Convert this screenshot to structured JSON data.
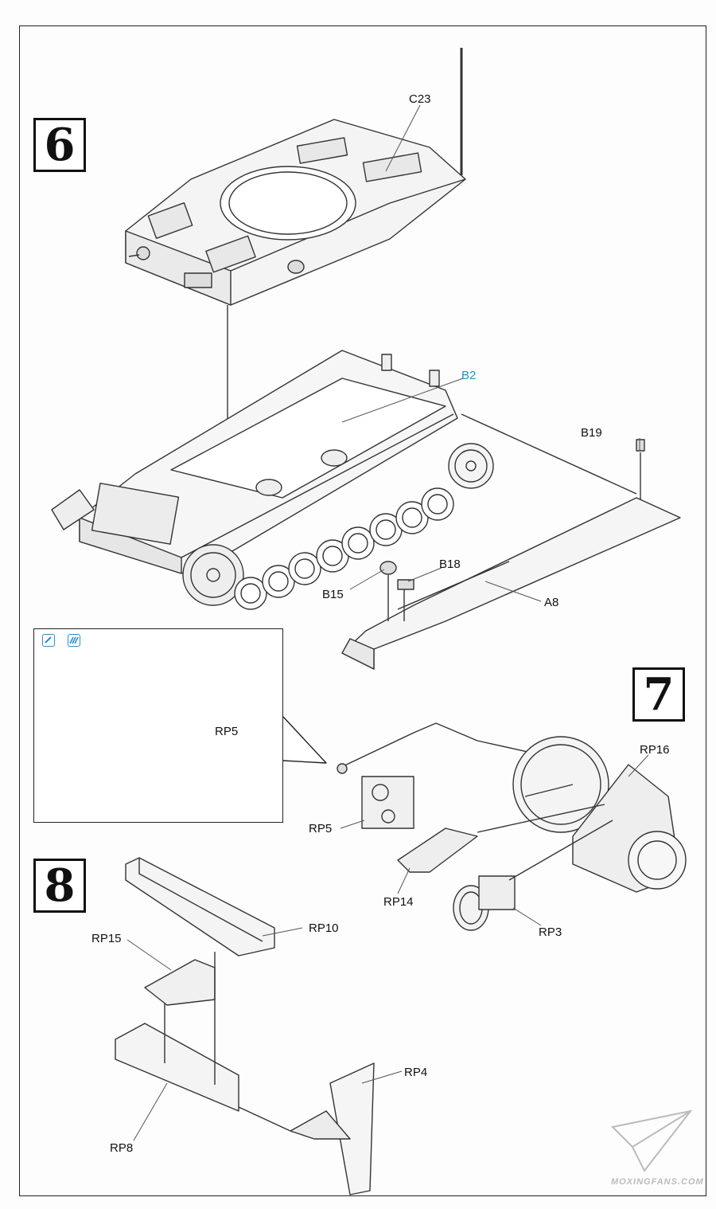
{
  "steps": {
    "s6": "6",
    "s7": "7",
    "s8": "8"
  },
  "parts": {
    "c23": "C23",
    "b2": "B2",
    "b19": "B19",
    "b18": "B18",
    "b15": "B15",
    "a8": "A8",
    "rp5_inset": "RP5",
    "rp5": "RP5",
    "rp16": "RP16",
    "rp14": "RP14",
    "rp3": "RP3",
    "rp10": "RP10",
    "rp15": "RP15",
    "rp8": "RP8",
    "rp4": "RP4"
  },
  "watermark": "MOXINGFANS.COM",
  "colors": {
    "highlight": "#2a8fd0",
    "ink": "#111111",
    "paint": "#1e7fd0"
  },
  "icons": [
    "brush-icon",
    "hatch-icon"
  ]
}
